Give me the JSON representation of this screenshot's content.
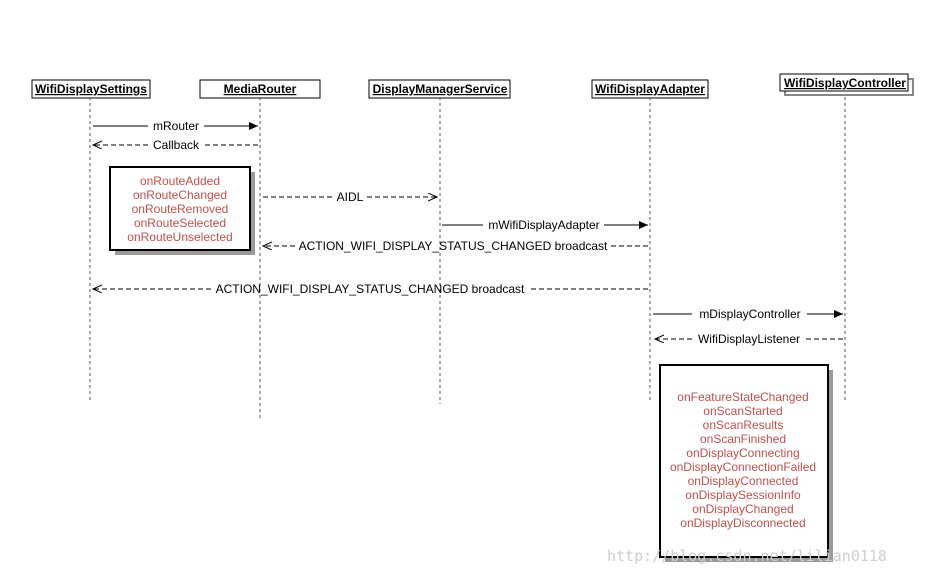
{
  "participants": {
    "settings": "WifiDisplaySettings",
    "router": "MediaRouter",
    "dms": "DisplayManagerService",
    "adapter": "WifiDisplayAdapter",
    "controller": "WifiDisplayController"
  },
  "messages": {
    "m_router": "mRouter",
    "callback": "Callback",
    "aidl": "AIDL",
    "m_wifi_display_adapter": "mWifiDisplayAdapter",
    "broadcast_to_router": "ACTION_WIFI_DISPLAY_STATUS_CHANGED broadcast",
    "broadcast_to_settings": "ACTION_WIFI_DISPLAY_STATUS_CHANGED broadcast",
    "m_display_controller": "mDisplayController",
    "wifi_display_listener": "WifiDisplayListener"
  },
  "router_callbacks": [
    "onRouteAdded",
    "onRouteChanged",
    "onRouteRemoved",
    "onRouteSelected",
    "onRouteUnselected"
  ],
  "listener_callbacks": [
    "onFeatureStateChanged",
    "onScanStarted",
    "onScanResults",
    "onScanFinished",
    "onDisplayConnecting",
    "onDisplayConnectionFailed",
    "onDisplayConnected",
    "onDisplaySessionInfo",
    "onDisplayChanged",
    "onDisplayDisconnected"
  ],
  "watermark": "http://blog.csdn.net/lilian0118",
  "colors": {
    "callback_text": "#c0504d",
    "line": "#000000",
    "watermark": "#cfcfcf"
  }
}
